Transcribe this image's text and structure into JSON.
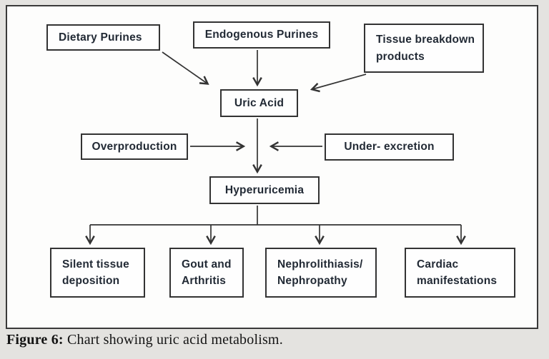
{
  "figure": {
    "caption_label": "Figure 6:",
    "caption_text": " Chart showing uric acid metabolism."
  },
  "nodes": {
    "dietary_purines": {
      "label": "Dietary Purines"
    },
    "endogenous_purines": {
      "label": "Endogenous Purines"
    },
    "tissue_breakdown": {
      "label": "Tissue breakdown products"
    },
    "uric_acid": {
      "label": "Uric Acid"
    },
    "overproduction": {
      "label": "Overproduction"
    },
    "under_excretion": {
      "label": "Under- excretion"
    },
    "hyperuricemia": {
      "label": "Hyperuricemia"
    },
    "silent_tissue_deposition": {
      "label": "Silent tissue deposition"
    },
    "gout_and_arthritis": {
      "label": "Gout and Arthritis"
    },
    "nephrolithiasis_nephropathy": {
      "label": "Nephrolithiasis/ Nephropathy"
    },
    "cardiac_manifestations": {
      "label": "Cardiac manifestations"
    }
  },
  "edges": [
    "dietary_purines -> uric_acid",
    "endogenous_purines -> uric_acid",
    "tissue_breakdown -> uric_acid",
    "overproduction -> (uric_acid->hyperuricemia arrow)",
    "under_excretion -> (uric_acid->hyperuricemia arrow)",
    "uric_acid -> hyperuricemia",
    "hyperuricemia -> silent_tissue_deposition",
    "hyperuricemia -> gout_and_arthritis",
    "hyperuricemia -> nephrolithiasis_nephropathy",
    "hyperuricemia -> cardiac_manifestations"
  ],
  "colors": {
    "page_background": "#e4e3e0",
    "panel_background": "#fdfdfc",
    "line_ink": "#333333",
    "text_ink": "#222a35",
    "caption_ink": "#141414"
  }
}
